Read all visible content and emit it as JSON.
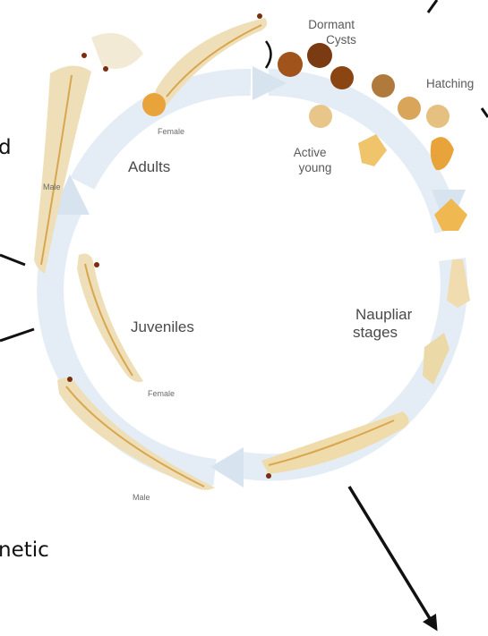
{
  "stages": {
    "dormant_cysts": "Dormant\nCysts",
    "hatching": "Hatching",
    "active_young": "Active\nyoung",
    "naupliar_stages": "Naupliar\nstages",
    "juveniles": "Juveniles",
    "adults": "Adults"
  },
  "sex_labels": {
    "adult_female": "Female",
    "adult_male": "Male",
    "juvenile_female": "Female",
    "juvenile_male": "Male"
  },
  "cropped_text": {
    "left_top": "d",
    "left_bottom": "netic"
  },
  "colors": {
    "cycle_arrow": "#e4edf5",
    "body": "#f1e3bd",
    "gut": "#d9a650",
    "cyst_dark": "#8b4513",
    "cyst_light": "#d9a55a",
    "annotation_line": "#111111"
  },
  "icons": [
    "cycle-arrow-icon",
    "cyst-icon",
    "nauplius-icon",
    "brine-shrimp-icon",
    "annotation-arrow-icon"
  ]
}
